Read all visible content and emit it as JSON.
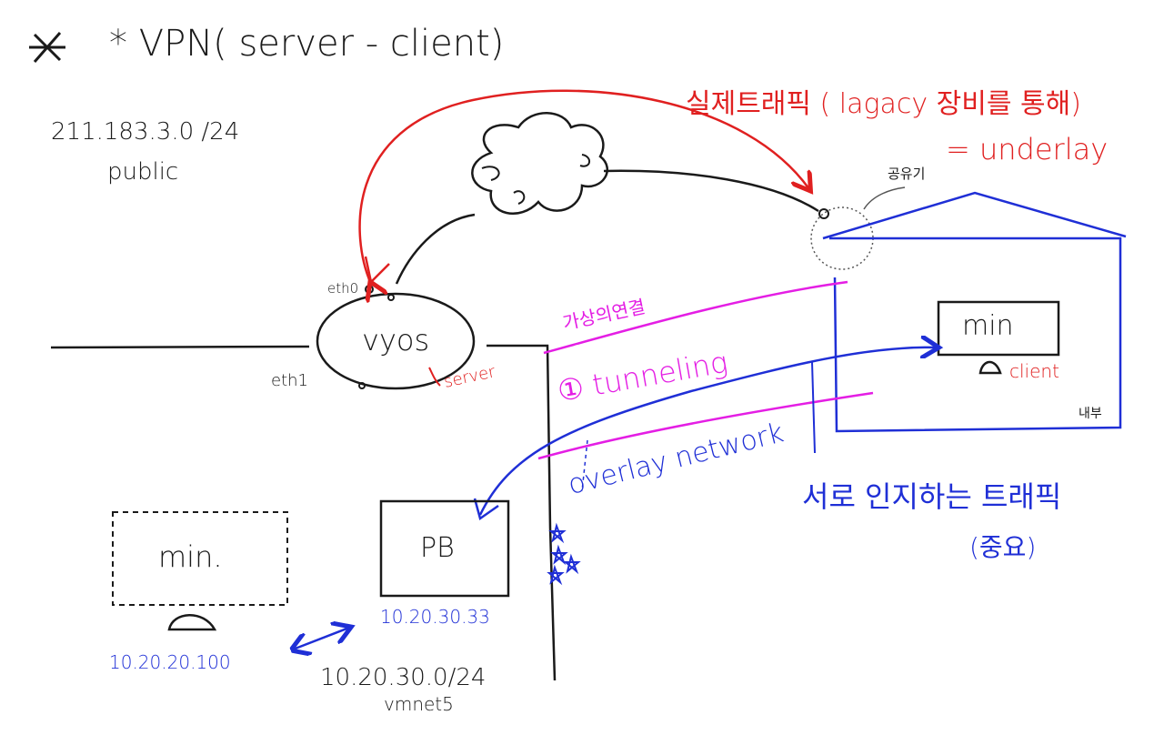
{
  "title": "* VPN( server - client)",
  "subnet_public": "211.183.3.0 /24",
  "public_label": "public",
  "eth0_label": "eth0",
  "eth1_label": "eth1",
  "vyos_label": "vyos",
  "server_label": "server",
  "real_traffic_label": "실제트래픽 ( lagacy 장비를 통해)",
  "underlay_label": "= underlay",
  "router_label": "공유기",
  "virtual_link_label": "가상의연결",
  "tunneling_label": "① tunneling",
  "overlay_label": "overlay network",
  "min_right_label": "min",
  "client_label": "client",
  "home_label": "내부",
  "mutual_traffic_label": "서로 인지하는 트래픽",
  "important_label": "(중요)",
  "pb_label": "PB",
  "pb_ip": "10.20.30.33",
  "min_left_label": "min.",
  "min_left_ip": "10.20.20.100",
  "vmnet_subnet": "10.20.30.0/24",
  "vmnet_label": "vmnet5",
  "colors": {
    "ink": "#1a1a1a",
    "red": "#e02020",
    "magenta": "#e41ee4",
    "blue": "#1f2fd6"
  }
}
